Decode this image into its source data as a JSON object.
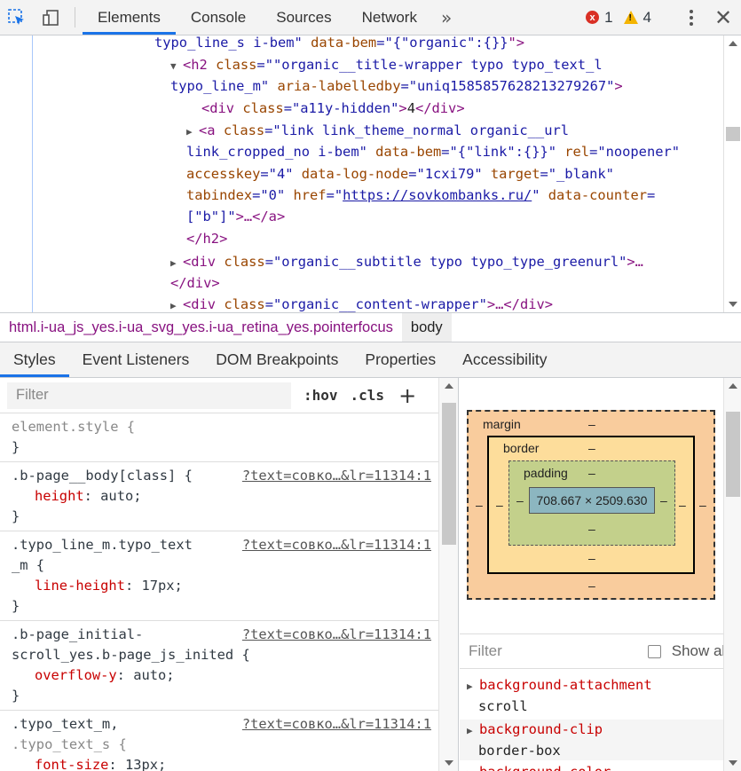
{
  "toolbar": {
    "tabs": [
      "Elements",
      "Console",
      "Sources",
      "Network"
    ],
    "more": "»",
    "errors": "1",
    "warnings": "4",
    "error_glyph": "x",
    "warning_glyph": "!",
    "close": "✕"
  },
  "tree": {
    "lines": [
      {
        "pre": "typo_line_s i-bem\" ",
        "a1": "data-bem",
        "eq1": "=\"",
        "v1": "{\"organic\":{}}",
        "post": "\">"
      },
      {
        "tag": "<h2 ",
        "a1": "class",
        "v1": "\"organic__title-wrapper typo typo_text_l"
      },
      {
        "v1": "typo_line_m\"",
        "a2": " aria-labelledby",
        "v2": "=\"uniq1585857628213279267\"",
        "post": ">"
      },
      {
        "tag": "<div ",
        "a1": "class",
        "v1": "=\"a11y-hidden\"",
        "tag2": ">",
        "text": "4",
        "close": "</div>"
      },
      {
        "tag": "<a ",
        "a1": "class",
        "v1": "=\"link link_theme_normal organic__url"
      },
      {
        "v1": "link_cropped_no i-bem\"",
        "a2": " data-bem",
        "v2": "=\"{\"link\":{}}\"",
        "a3": " rel",
        "v3": "=\"noopener\""
      },
      {
        "a1": " accesskey",
        "v1": "=\"4\"",
        "a2": " data-log-node",
        "v2": "=\"1cxi79\"",
        "a3": " target",
        "v3": "=\"_blank\""
      },
      {
        "a1": "tabindex",
        "v1": "=\"0\"",
        "a2": " href",
        "v2": "=\"",
        "link": "https://sovkombanks.ru/",
        "v3": "\"",
        "a3": " data-counter",
        "v4": "="
      },
      {
        "v1": "[\"b\"]\"",
        "tag": ">…</a>"
      },
      {
        "tag": "</h2>"
      },
      {
        "tag": "<div ",
        "a1": "class",
        "v1": "=\"organic__subtitle typo typo_type_greenurl\"",
        "post": ">…"
      },
      {
        "tag": "</div>"
      },
      {
        "tag": "<div ",
        "a1": "class",
        "v1": "=\"organic__content-wrapper\"",
        "post": ">…</div>"
      }
    ]
  },
  "breadcrumbs": [
    "html.i-ua_js_yes.i-ua_svg_yes.i-ua_retina_yes.pointerfocus",
    "body"
  ],
  "subtabs": [
    "Styles",
    "Event Listeners",
    "DOM Breakpoints",
    "Properties",
    "Accessibility"
  ],
  "styles": {
    "filter_placeholder": "Filter",
    "hov": ":hov",
    "cls": ".cls",
    "plus": "+",
    "rules": [
      {
        "selector": "element.style {",
        "source": "",
        "props": [],
        "close": "}"
      },
      {
        "selector": ".b-page__body[class] {",
        "source": "?text=совко…&lr=11314:1",
        "props": [
          {
            "name": "height",
            "value": "auto;"
          }
        ],
        "close": "}"
      },
      {
        "selector": ".typo_line_m.typo_text",
        "selector2": "_m {",
        "source": "?text=совко…&lr=11314:1",
        "props": [
          {
            "name": "line-height",
            "value": "17px;"
          }
        ],
        "close": "}"
      },
      {
        "selector": ".b-page_initial-",
        "selector2": "scroll_yes.b-page_js_inited {",
        "source": "?text=совко…&lr=11314:1",
        "props": [
          {
            "name": "overflow-y",
            "value": "auto;"
          }
        ],
        "close": "}"
      },
      {
        "selector": ".typo_text_m,",
        "selector2": ".typo_text_s {",
        "source": "?text=совко…&lr=11314:1",
        "props": [
          {
            "name": "font-size",
            "value": "13px;"
          }
        ],
        "close": ""
      }
    ]
  },
  "boxmodel": {
    "margin": "margin",
    "border": "border",
    "padding": "padding",
    "content": "708.667 × 2509.630",
    "dash": "–"
  },
  "computed": {
    "filter_placeholder": "Filter",
    "show_all": "Show all",
    "props": [
      {
        "name": "background-attachment",
        "value": "scroll"
      },
      {
        "name": "background-clip",
        "value": "border-box"
      },
      {
        "name": "background-color",
        "value": ""
      }
    ]
  }
}
